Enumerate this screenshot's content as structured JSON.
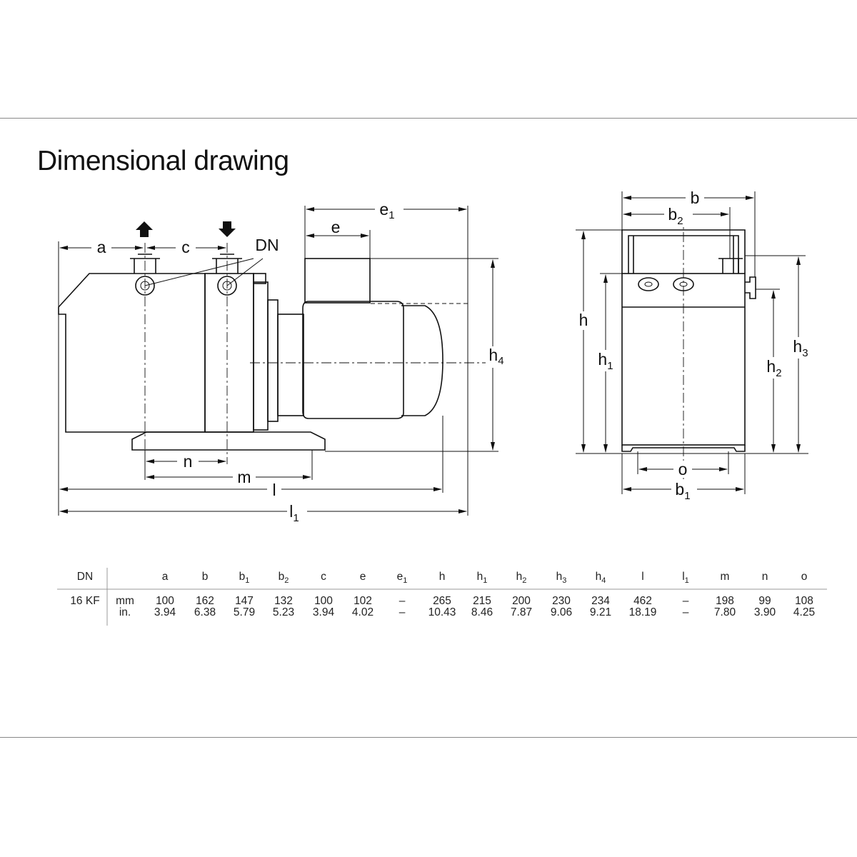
{
  "title": "Dimensional drawing",
  "drawing_labels": {
    "a": "a",
    "c": "c",
    "DN": "DN",
    "e": "e",
    "e1": "e",
    "e1_sub": "1",
    "h4": "h",
    "h4_sub": "4",
    "n": "n",
    "m": "m",
    "l": "l",
    "l1": "l",
    "l1_sub": "1",
    "b": "b",
    "b2": "b",
    "b2_sub": "2",
    "h": "h",
    "h1": "h",
    "h1_sub": "1",
    "h2": "h",
    "h2_sub": "2",
    "h3": "h",
    "h3_sub": "3",
    "o": "o",
    "b1": "b",
    "b1_sub": "1"
  },
  "table": {
    "dn_header": "DN",
    "dn_value": "16 KF",
    "units": [
      "mm",
      "in."
    ],
    "columns": [
      {
        "name": "a",
        "sub": "",
        "mm": "100",
        "in": "3.94"
      },
      {
        "name": "b",
        "sub": "",
        "mm": "162",
        "in": "6.38"
      },
      {
        "name": "b",
        "sub": "1",
        "mm": "147",
        "in": "5.79"
      },
      {
        "name": "b",
        "sub": "2",
        "mm": "132",
        "in": "5.23"
      },
      {
        "name": "c",
        "sub": "",
        "mm": "100",
        "in": "3.94"
      },
      {
        "name": "e",
        "sub": "",
        "mm": "102",
        "in": "4.02"
      },
      {
        "name": "e",
        "sub": "1",
        "mm": "–",
        "in": "–"
      },
      {
        "name": "h",
        "sub": "",
        "mm": "265",
        "in": "10.43"
      },
      {
        "name": "h",
        "sub": "1",
        "mm": "215",
        "in": "8.46"
      },
      {
        "name": "h",
        "sub": "2",
        "mm": "200",
        "in": "7.87"
      },
      {
        "name": "h",
        "sub": "3",
        "mm": "230",
        "in": "9.06"
      },
      {
        "name": "h",
        "sub": "4",
        "mm": "234",
        "in": "9.21"
      },
      {
        "name": "l",
        "sub": "",
        "mm": "462",
        "in": "18.19"
      },
      {
        "name": "l",
        "sub": "1",
        "mm": "–",
        "in": "–"
      },
      {
        "name": "m",
        "sub": "",
        "mm": "198",
        "in": "7.80"
      },
      {
        "name": "n",
        "sub": "",
        "mm": "99",
        "in": "3.90"
      },
      {
        "name": "o",
        "sub": "",
        "mm": "108",
        "in": "4.25"
      }
    ]
  }
}
